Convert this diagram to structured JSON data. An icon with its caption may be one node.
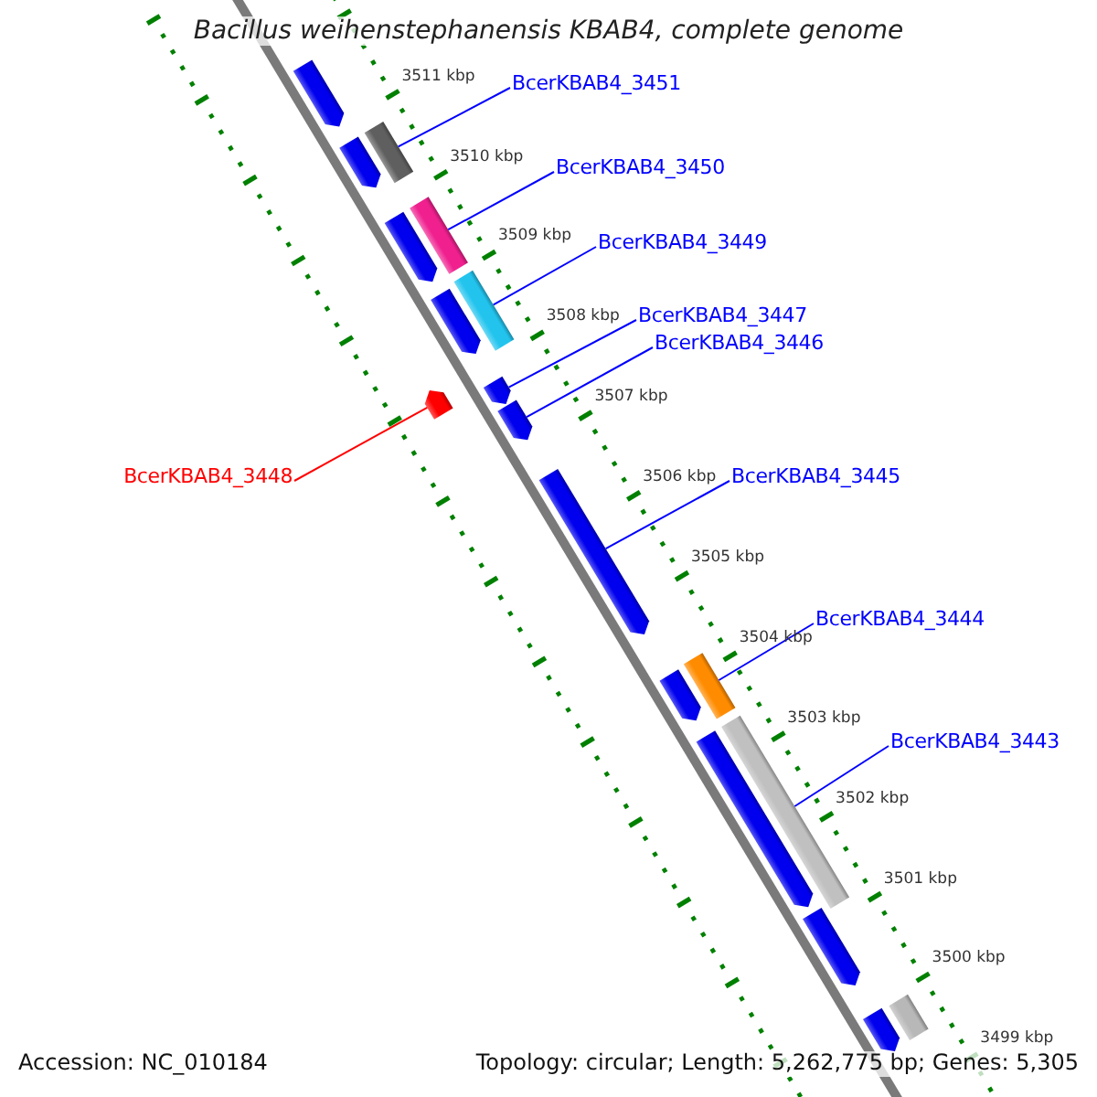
{
  "diagram": {
    "title": "Bacillus weihenstephanensis KBAB4, complete genome",
    "nodes": [
      {
        "text": [
          "BcerKBAB4_3451"
        ]
      },
      {
        "text": [
          "BcerKBAB4_3450"
        ]
      },
      {
        "text": [
          "BcerKBAB4_3449"
        ]
      },
      {
        "text": [
          "BcerKBAB4_3447"
        ]
      },
      {
        "text": [
          "BcerKBAB4_3446"
        ]
      },
      {
        "text": [
          "BcerKBAB4_3448"
        ]
      },
      {
        "text": [
          "BcerKBAB4_3445"
        ]
      },
      {
        "text": [
          "BcerKBAB4_3444"
        ]
      },
      {
        "text": [
          "BcerKBAB4_3443"
        ]
      },
      {
        "text": [],
        "shape": "bar"
      },
      {
        "text": [],
        "shape": "bar"
      },
      {
        "text": [],
        "shape": "bar"
      },
      {
        "text": [],
        "shape": "arrow"
      },
      {
        "text": [],
        "shape": "arrow"
      },
      {
        "text": [],
        "shape": "arrow"
      },
      {
        "text": [],
        "shape": "arrow"
      },
      {
        "text": [],
        "shape": "bar"
      },
      {
        "text": [],
        "shape": "bar"
      },
      {
        "text": [],
        "shape": "arrow"
      },
      {
        "text": [],
        "shape": "arrow"
      },
      {
        "text": [],
        "shape": "arrow"
      },
      {
        "text": [],
        "shape": "arrow"
      },
      {
        "text": [],
        "shape": "arrow"
      },
      {
        "text": [],
        "shape": "arrow"
      },
      {
        "text": [],
        "shape": "arrow"
      },
      {
        "text": [],
        "shape": "arrow"
      },
      {
        "text": [],
        "shape": "bar"
      }
    ],
    "edges": [
      {
        "from": 0,
        "to": 9,
        "arrow": "none"
      },
      {
        "from": 1,
        "to": 10,
        "arrow": "none"
      },
      {
        "from": 2,
        "to": 11,
        "arrow": "none"
      },
      {
        "from": 3,
        "to": 12,
        "arrow": "none"
      },
      {
        "from": 4,
        "to": 13,
        "arrow": "none"
      },
      {
        "from": 5,
        "to": 14,
        "arrow": "none",
        "color": "#ff0000"
      },
      {
        "from": 6,
        "to": 15,
        "arrow": "none"
      },
      {
        "from": 7,
        "to": 16,
        "arrow": "none"
      },
      {
        "from": 8,
        "to": 17,
        "arrow": "none"
      }
    ],
    "labels": [
      "3511 kbp",
      "3510 kbp",
      "3509 kbp",
      "3508 kbp",
      "3507 kbp",
      "3506 kbp",
      "3505 kbp",
      "3504 kbp",
      "3503 kbp",
      "3502 kbp",
      "3501 kbp",
      "3500 kbp",
      "3499 kbp",
      "Accession: NC_010184",
      "Topology: circular; Length: 5,262,775 bp; Genes: 5,305"
    ]
  }
}
